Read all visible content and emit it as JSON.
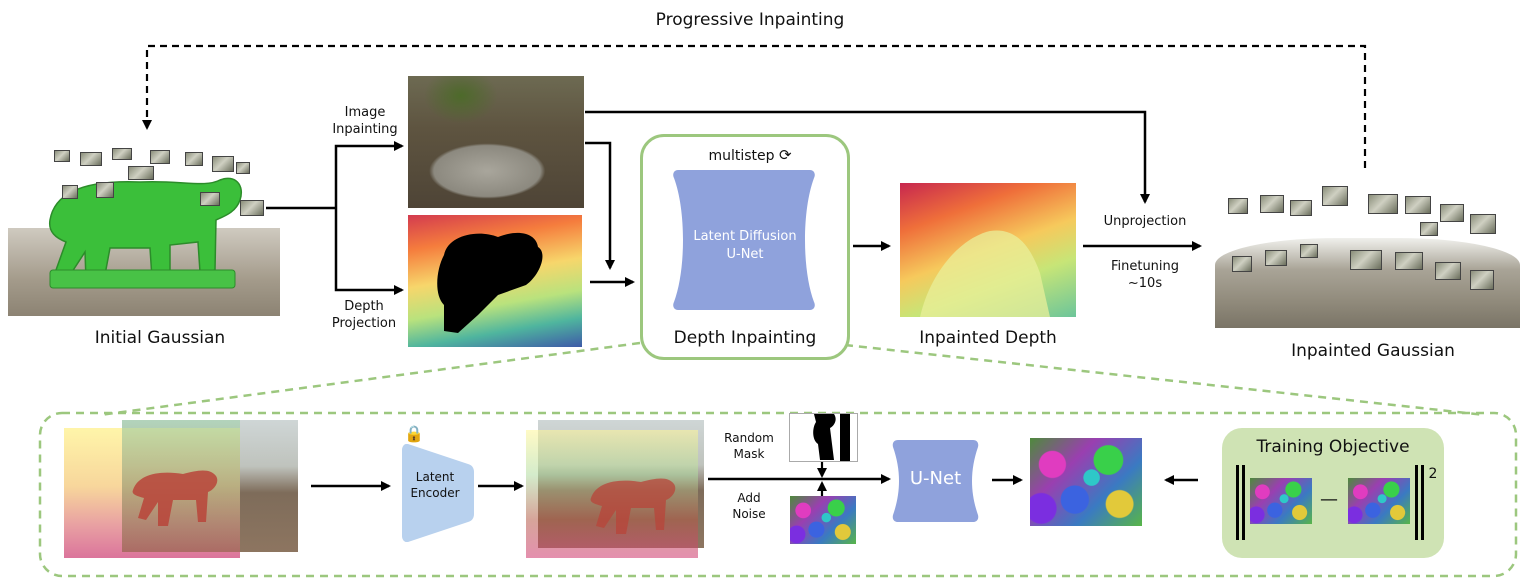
{
  "top": {
    "progressive_label": "Progressive Inpainting",
    "initial_label": "Initial Gaussian",
    "image_inpainting_label": "Image\nInpainting",
    "depth_projection_label": "Depth\nProjection",
    "multistep_label": "multistep",
    "unet_label": "Latent Diffusion\nU-Net",
    "depth_inpainting_label": "Depth Inpainting",
    "inpainted_depth_label": "Inpainted Depth",
    "unprojection_label": "Unprojection",
    "finetuning_label": "Finetuning\n~10s",
    "inpainted_gaussian_label": "Inpainted Gaussian"
  },
  "bottom": {
    "encoder_label": "Latent\nEncoder",
    "random_mask_label": "Random\nMask",
    "add_noise_label": "Add\nNoise",
    "unet_label": "U-Net",
    "training_objective_label": "Training Objective",
    "minus_sign": "—",
    "squared": "2"
  },
  "colors": {
    "green_border": "#9cc77e",
    "green_fill": "#cfe3b4",
    "unet_blue": "#8fa2dc",
    "encoder_blue": "#b8d1ee"
  }
}
